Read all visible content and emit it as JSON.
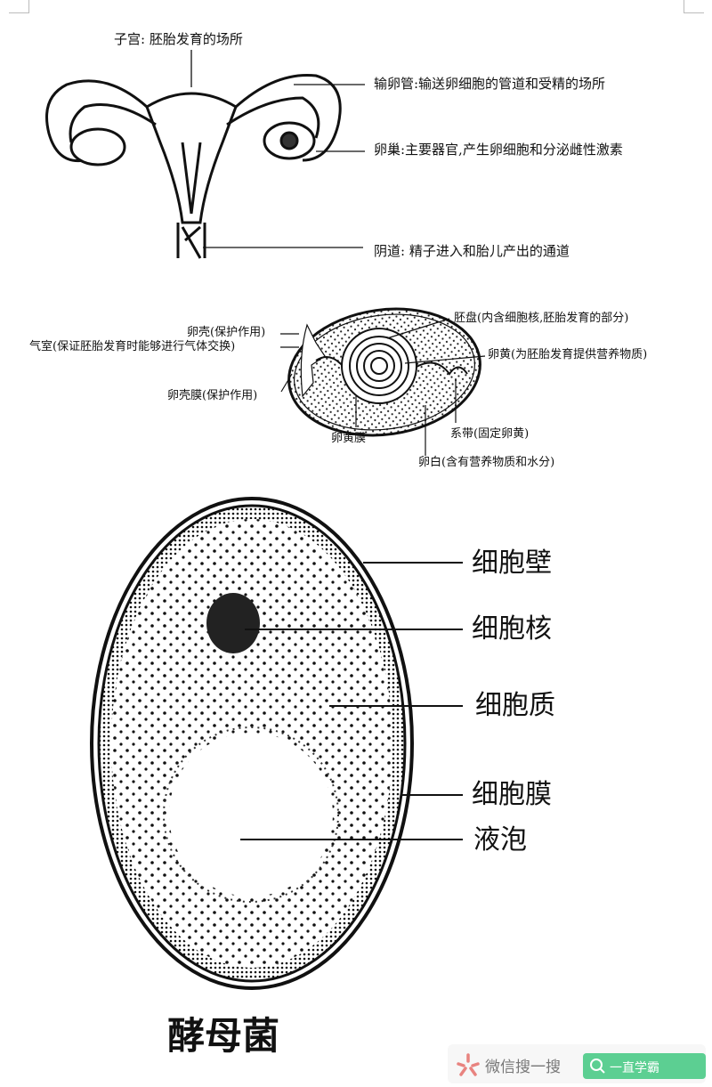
{
  "uterus_diagram": {
    "labels": {
      "uterus": "子宫: 胚胎发育的场所",
      "oviduct": "输卵管:输送卵细胞的管道和受精的场所",
      "ovary": "卵巢:主要器官,产生卵细胞和分泌雌性激素",
      "vagina": "阴道: 精子进入和胎儿产出的通道"
    }
  },
  "egg_diagram": {
    "labels": {
      "shell": "卵壳(保护作用)",
      "air_cell": "气室(保证胚胎发育时能够进行气体交换)",
      "shell_membrane": "卵壳膜(保护作用)",
      "germinal_disc": "胚盘(内含细胞核,胚胎发育的部分)",
      "yolk": "卵黄(为胚胎发育提供营养物质)",
      "yolk_membrane": "卵黄膜",
      "chalaza": "系带(固定卵黄)",
      "albumen": "卵白(含有营养物质和水分)"
    }
  },
  "yeast_diagram": {
    "title": "酵母菌",
    "labels": {
      "cell_wall": "细胞壁",
      "nucleus": "细胞核",
      "cytoplasm": "细胞质",
      "cell_membrane": "细胞膜",
      "vacuole": "液泡"
    }
  },
  "watermark": {
    "icon": "wechat-search-icon",
    "text": "微信搜一搜",
    "button_icon": "search-icon",
    "button_label": "一直学霸",
    "button_color": "#5ccf92"
  }
}
